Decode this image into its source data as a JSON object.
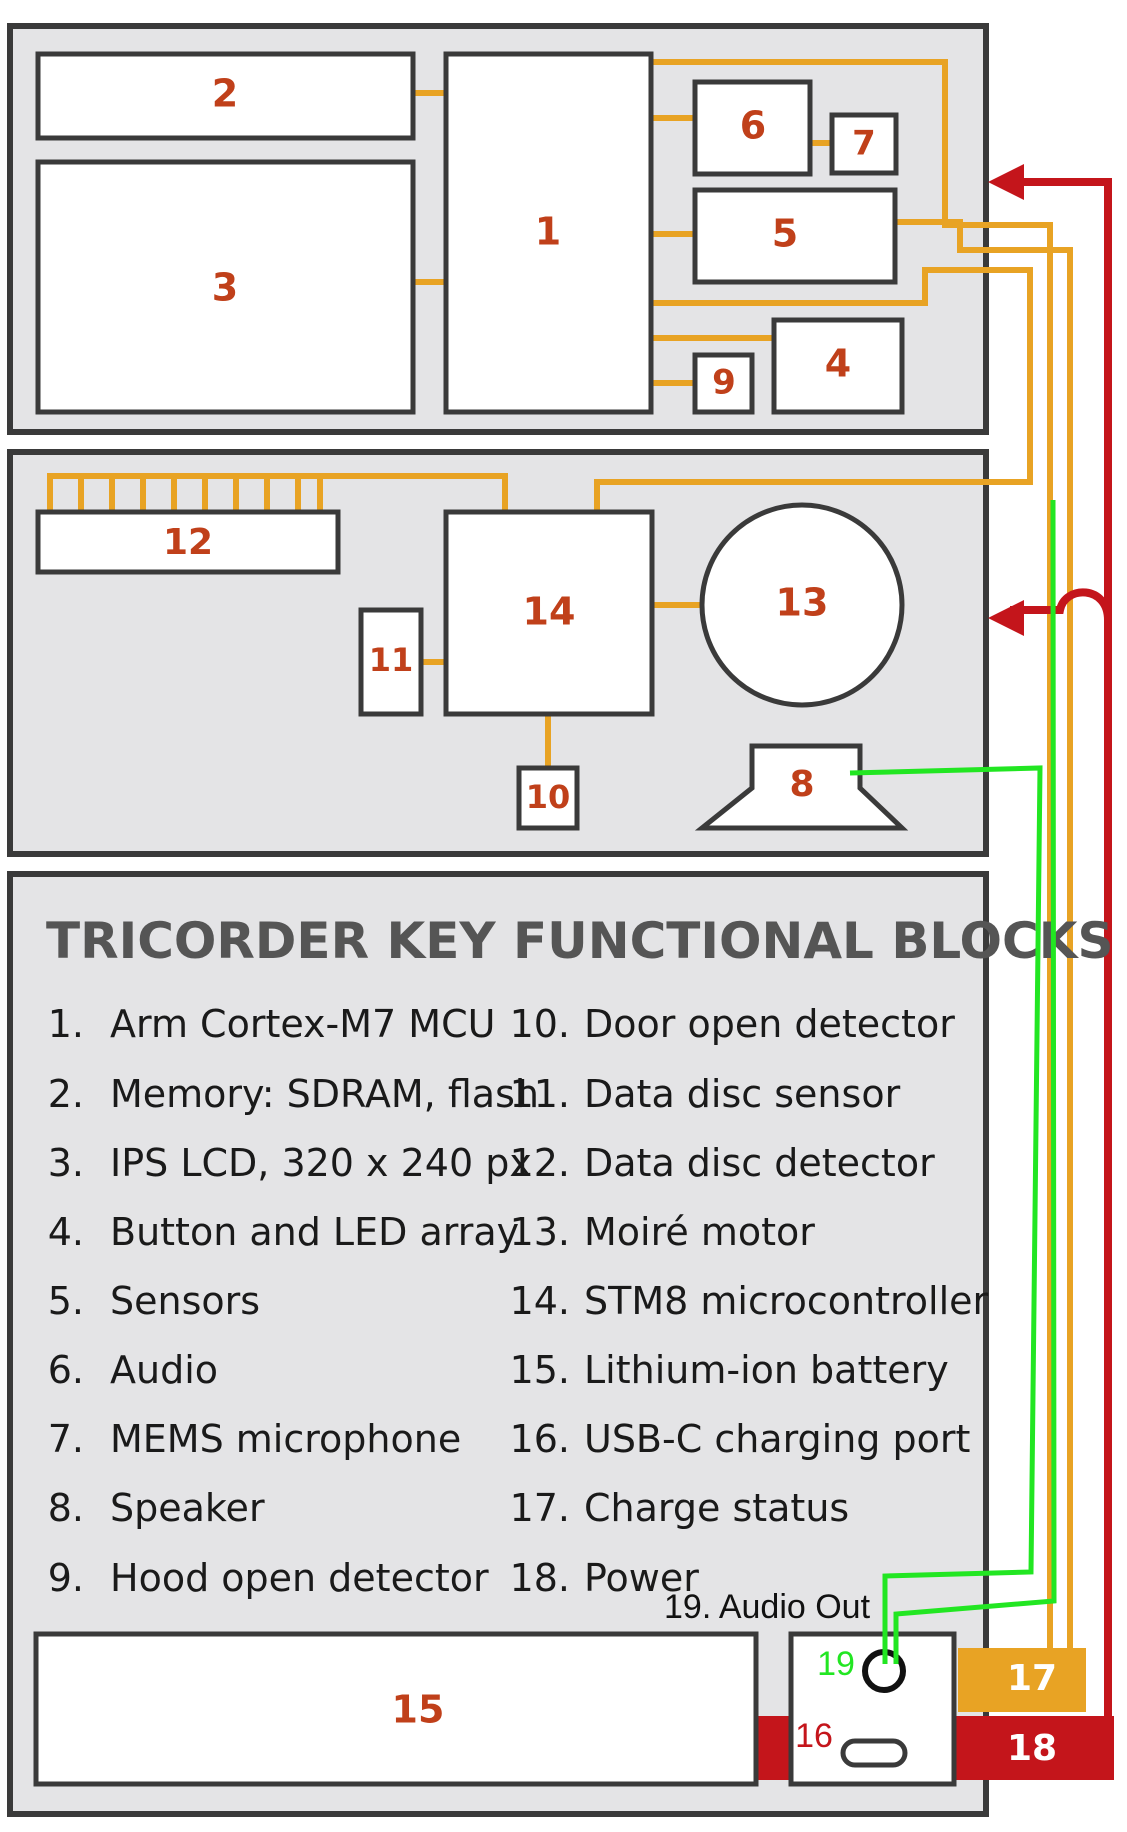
{
  "blocks": {
    "b1": "1",
    "b2": "2",
    "b3": "3",
    "b4": "4",
    "b5": "5",
    "b6": "6",
    "b7": "7",
    "b8": "8",
    "b9": "9",
    "b10": "10",
    "b11": "11",
    "b12": "12",
    "b13": "13",
    "b14": "14",
    "b15": "15",
    "b16": "16",
    "b17": "17",
    "b18": "18",
    "b19": "19"
  },
  "legend": {
    "title": "TRICORDER KEY FUNCTIONAL BLOCKS",
    "left": [
      {
        "num": "1.",
        "text": "Arm Cortex-M7 MCU"
      },
      {
        "num": "2.",
        "text": "Memory: SDRAM, flash"
      },
      {
        "num": "3.",
        "text": "IPS LCD, 320 x 240 px"
      },
      {
        "num": "4.",
        "text": "Button and LED array"
      },
      {
        "num": "5.",
        "text": "Sensors"
      },
      {
        "num": "6.",
        "text": "Audio"
      },
      {
        "num": "7.",
        "text": "MEMS microphone"
      },
      {
        "num": "8.",
        "text": "Speaker"
      },
      {
        "num": "9.",
        "text": "Hood open detector"
      }
    ],
    "right": [
      {
        "num": "10.",
        "text": "Door open detector"
      },
      {
        "num": "11.",
        "text": "Data disc sensor"
      },
      {
        "num": "12.",
        "text": "Data disc detector"
      },
      {
        "num": "13.",
        "text": "Moiré motor"
      },
      {
        "num": "14.",
        "text": "STM8 microcontroller"
      },
      {
        "num": "15.",
        "text": "Lithium-ion battery"
      },
      {
        "num": "16.",
        "text": "USB-C charging port"
      },
      {
        "num": "17.",
        "text": "Charge status"
      },
      {
        "num": "18.",
        "text": "Power"
      }
    ]
  },
  "annotation": {
    "audio_out": "19. Audio Out"
  },
  "colors": {
    "signal": "#e8a324",
    "power": "#c4151b",
    "audio": "#22e622",
    "panel": "#e4e4e6",
    "label": "#c0401a"
  }
}
